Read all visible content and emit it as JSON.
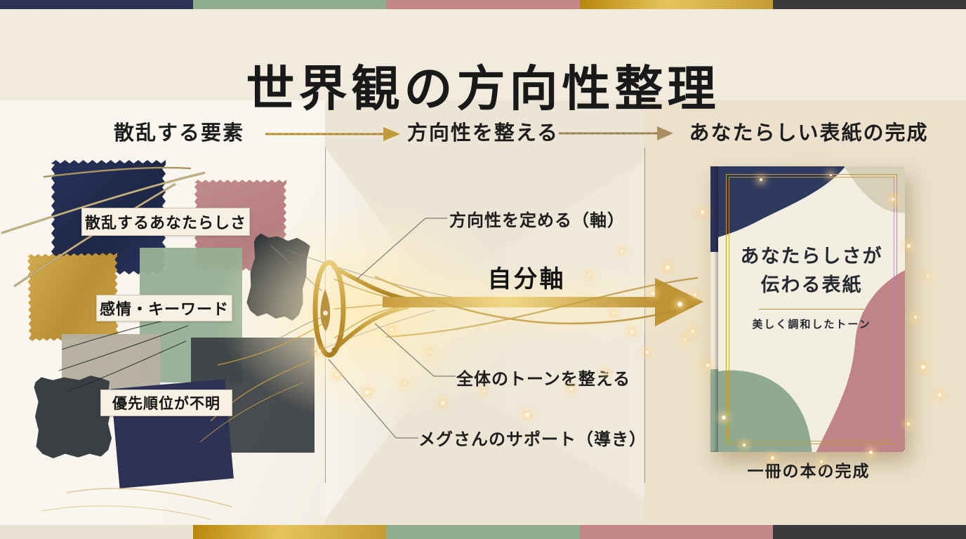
{
  "title": "世界観の方向性整理",
  "bars": {
    "top_colors": [
      "#2c3357",
      "#8fac8c",
      "#c48787",
      "#d1a43f",
      "#3b3b3b"
    ],
    "bottom_colors": [
      "#e9e2d2",
      "#c9a13f",
      "#8fac8c",
      "#c48787",
      "#3b3b3b"
    ]
  },
  "columns": {
    "left": {
      "header": "散乱する要素",
      "labels": [
        "散乱するあなたらしさ",
        "感情・キーワード",
        "優先順位が不明"
      ]
    },
    "middle": {
      "header": "方向性を整える",
      "axis_label": "自分軸",
      "annotations": [
        "方向性を定める（軸）",
        "全体のトーンを整える",
        "メグさんのサポート（導き）"
      ]
    },
    "right": {
      "header": "あなたらしい表紙の完成",
      "book": {
        "title_line1": "あなたらしさが",
        "title_line2": "伝わる表紙",
        "subtitle": "美しく調和したトーン"
      },
      "caption": "一冊の本の完成"
    }
  },
  "icons": {
    "funnel": "gold-funnel-icon",
    "flow_arrow": "gold-arrow-right-icon",
    "step_arrow": "twine-arrow-right-icon"
  },
  "colors": {
    "accent_gold": "#c9a24a",
    "navy": "#2c3357",
    "sage": "#8fac8c",
    "rose": "#c48787",
    "charcoal": "#3b3b3b",
    "cream": "#f2ecdf"
  }
}
